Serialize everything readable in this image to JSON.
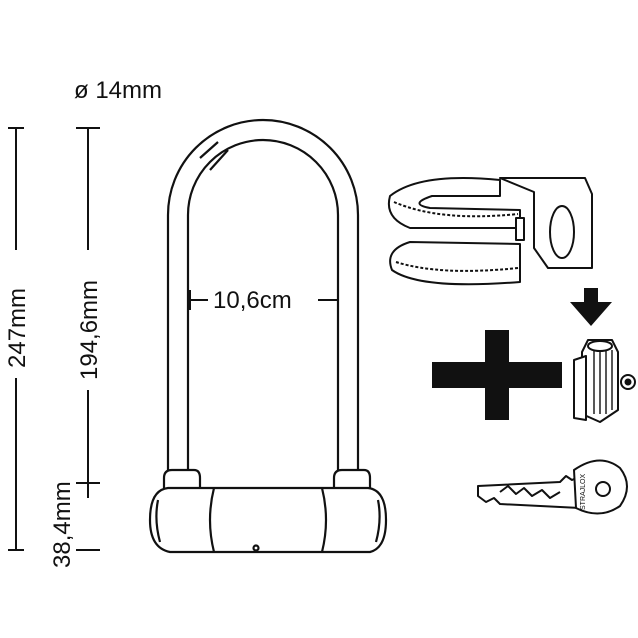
{
  "dimensions": {
    "diameter": "ø 14mm",
    "total_height": "247mm",
    "shackle_height": "194,6mm",
    "body_height": "38,4mm",
    "inner_width": "10,6cm"
  },
  "key": {
    "brand": "STRAJLOX"
  },
  "icons": [
    "u-lock",
    "bracket-mount",
    "plus-icon",
    "arrow-down-icon",
    "bracket-clip",
    "key-icon"
  ],
  "colors": {
    "line": "#111111",
    "fill": "#ffffff"
  }
}
